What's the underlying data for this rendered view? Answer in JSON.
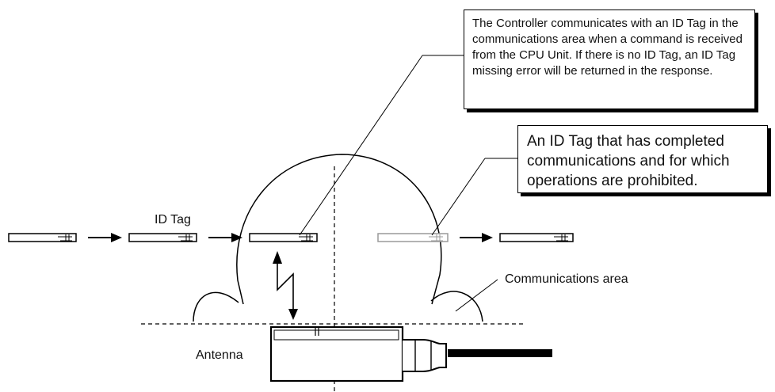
{
  "callouts": {
    "controller_note": "The Controller communicates with an ID Tag in the communications area when a command is received from the CPU Unit. If there is no ID Tag, an ID Tag missing error will be returned in the response.",
    "prohibited_note": "An ID Tag that has completed communications and for which operations are prohibited."
  },
  "labels": {
    "id_tag": "ID Tag",
    "communications_area": "Communications area",
    "antenna": "Antenna"
  },
  "colors": {
    "line": "#000000",
    "completed_tag": "#9a9a9a",
    "background": "#ffffff"
  }
}
